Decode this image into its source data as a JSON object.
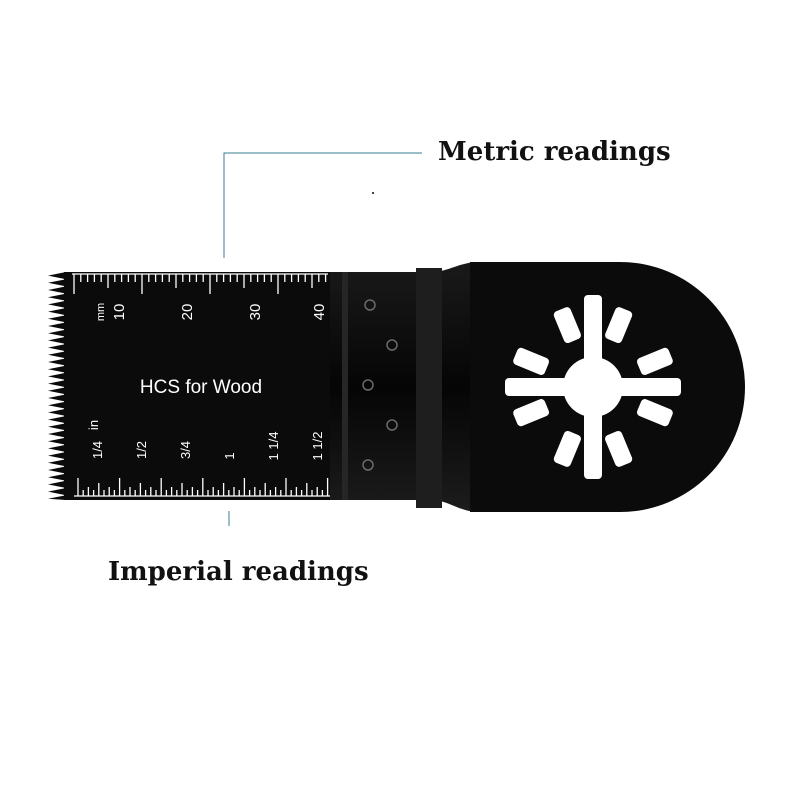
{
  "callouts": {
    "metric": "Metric readings",
    "imperial": "Imperial readings"
  },
  "blade": {
    "label": "HCS for Wood",
    "metric_unit": "mm",
    "metric_marks": [
      "10",
      "20",
      "30",
      "40"
    ],
    "imperial_unit": "in",
    "imperial_marks": [
      "1/4",
      "1/2",
      "3/4",
      "1",
      "1 1/4",
      "1 1/2"
    ]
  },
  "colors": {
    "blade": "#0b0b0b",
    "scale_marks": "#ffffff",
    "leader_line": "#3a7d8c",
    "background": "#ffffff"
  }
}
